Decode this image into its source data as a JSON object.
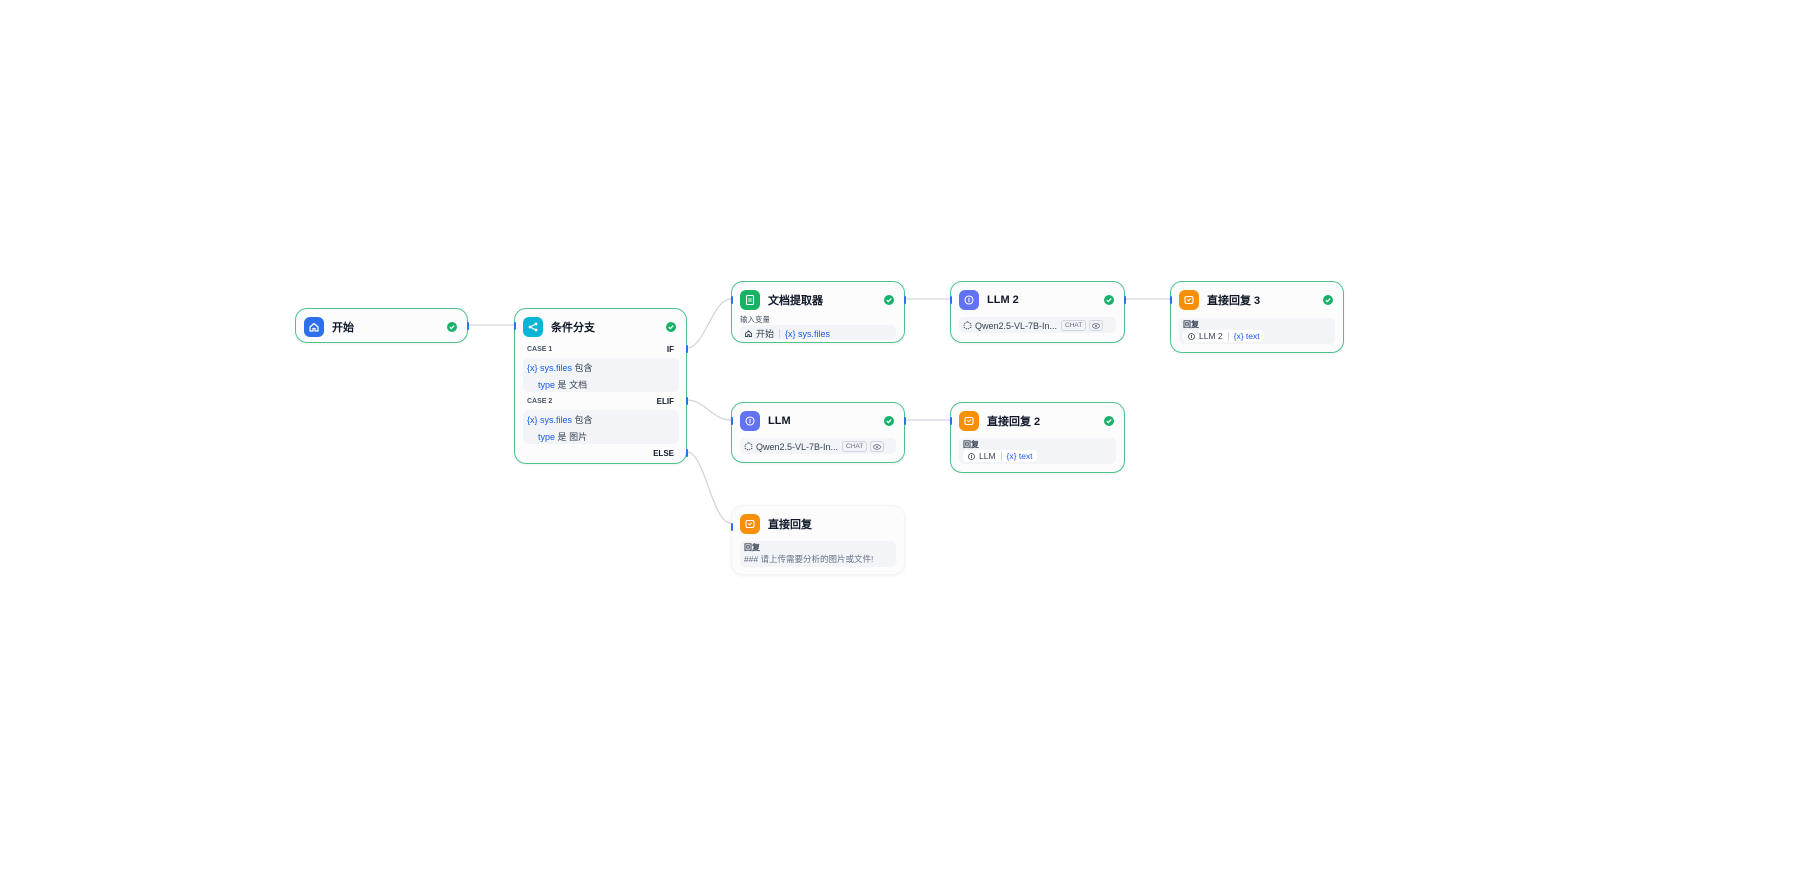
{
  "nodes": {
    "start": {
      "title": "开始"
    },
    "ifelse": {
      "title": "条件分支",
      "cases": [
        {
          "label": "CASE 1",
          "keyword": "IF",
          "conditions": [
            {
              "var": "{x} sys.files",
              "op": "包含"
            },
            {
              "sub": "type",
              "op": "是",
              "value": "文档"
            }
          ]
        },
        {
          "label": "CASE 2",
          "keyword": "ELIF",
          "conditions": [
            {
              "var": "{x} sys.files",
              "op": "包含"
            },
            {
              "sub": "type",
              "op": "是",
              "value": "图片"
            }
          ]
        }
      ],
      "else_label": "ELSE"
    },
    "doc_extractor": {
      "title": "文档提取器",
      "input_label": "输入变量",
      "source": "开始",
      "variable": "{x} sys.files"
    },
    "llm2": {
      "title": "LLM 2",
      "model": "Qwen2.5-VL-7B-In...",
      "mode": "CHAT"
    },
    "answer3": {
      "title": "直接回复 3",
      "reply_label": "回复",
      "source": "LLM 2",
      "variable": "{x} text"
    },
    "llm": {
      "title": "LLM",
      "model": "Qwen2.5-VL-7B-In...",
      "mode": "CHAT"
    },
    "answer2": {
      "title": "直接回复 2",
      "reply_label": "回复",
      "source": "LLM",
      "variable": "{x} text"
    },
    "answer": {
      "title": "直接回复",
      "reply_label": "回复",
      "text": "### 请上传需要分析的图片或文件!"
    }
  },
  "colors": {
    "node_border": "#4cc38a",
    "edge": "#d0d5dd",
    "handle": "#2e6fee",
    "variable": "#155aef",
    "icon_start": "#2e6fee",
    "icon_ifelse": "#07b6d5",
    "icon_doc": "#16b364",
    "icon_llm": "#6172f3",
    "icon_answer": "#f79009",
    "success": "#17b26a"
  },
  "icons": {
    "start": "home-icon",
    "ifelse": "branch-icon",
    "doc_extractor": "document-icon",
    "llm": "llm-icon",
    "answer": "reply-icon",
    "status": "check-circle-icon",
    "model": "model-provider-icon",
    "vision": "eye-icon"
  }
}
